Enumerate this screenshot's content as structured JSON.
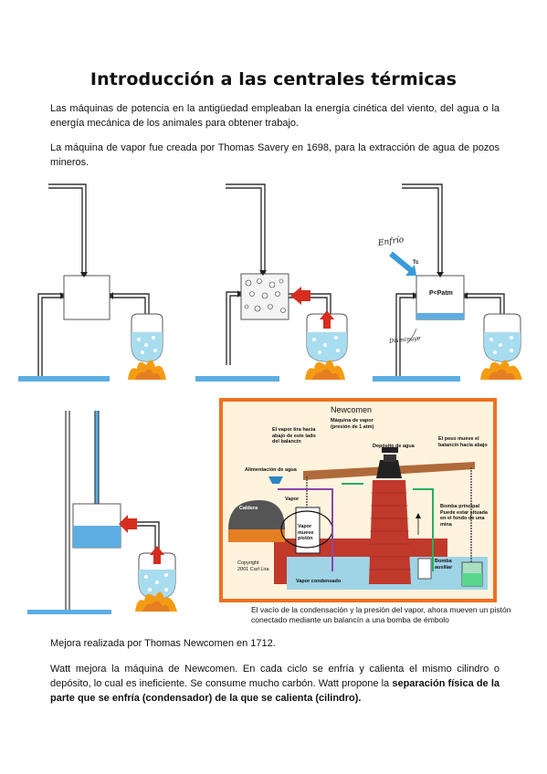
{
  "title": "Introducción a las centrales térmicas",
  "paragraphs": {
    "p1": "Las máquinas de potencia en la antigüedad empleaban la energía cinética del viento, del agua o la energía mecánica de los animales para obtener trabajo.",
    "p2": "La máquina de vapor fue creada por Thomas Savery en 1698, para la extracción de agua de pozos mineros.",
    "p3": "Mejora realizada por Thomas Newcomen en 1712.",
    "p4_start": "Watt mejora la máquina de Newcomen. En cada ciclo se enfría y calienta el mismo cilindro o depósito, lo cual es ineficiente. Se consume mucho carbón. Watt propone la ",
    "p4_bold": "separación física de la parte que se enfría (condensador) de la que se calienta (cilindro)."
  },
  "figure3": {
    "handwritten_top": "Enfrío",
    "tc": "Tc",
    "pressure": "P<Patm",
    "handwritten_bottom": "Disminuye"
  },
  "newcomen": {
    "title": "Newcomen",
    "subtitle": "Máquina de vapor (presión de 1 atm)",
    "label_vapor_tira": "El vapor tira hacia abajo de este lado del balancín",
    "label_peso": "El peso mueve el balancín hacia abajo",
    "label_deposito": "Depósito de agua",
    "label_alimentacion": "Alimentación de agua",
    "label_caldera": "Caldera",
    "label_vapor": "Vapor",
    "label_vapor_mueve": "Vapor mueve pistón",
    "label_bomba_principal": "Bomba principal Puede estar situada en el fondo de una mina",
    "label_bomba_auxiliar": "Bomba auxiliar",
    "label_copyright": "Copyright 2001 Carl Lira",
    "label_vapor_condensado": "Vapor condensado",
    "caption": "El vacío de la condensación y la presión del vapor, ahora mueven un pistón conectado mediante un balancín a una bomba de émbolo",
    "colors": {
      "border": "#f07020",
      "brick": "#c0392b",
      "water": "#9fd3e6",
      "beam": "#b06a3a"
    }
  }
}
